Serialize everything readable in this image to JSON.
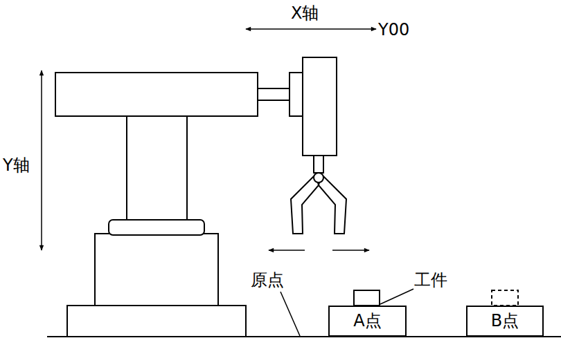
{
  "diagram": {
    "nodes": [
      {
        "text": [
          "A点"
        ]
      },
      {
        "text": [
          "B点"
        ]
      }
    ],
    "labels": [
      "X轴",
      "Y00",
      "Y轴",
      "原点",
      "工件"
    ]
  }
}
